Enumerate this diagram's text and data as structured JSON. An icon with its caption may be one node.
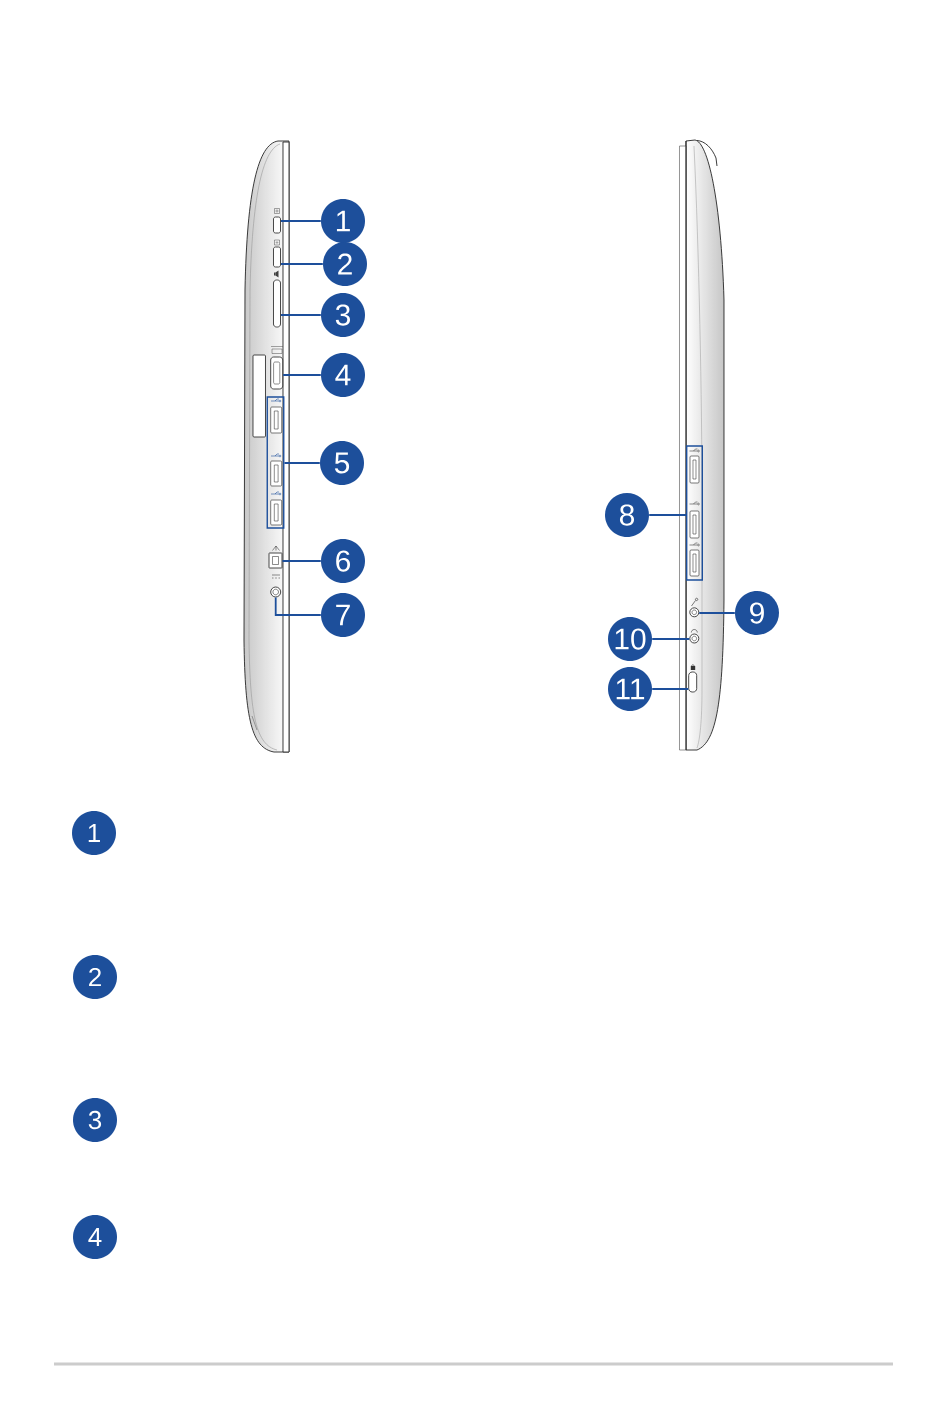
{
  "diagram": {
    "nodes": [
      {
        "text": [
          "1"
        ]
      },
      {
        "text": [
          "2"
        ]
      },
      {
        "text": [
          "3"
        ]
      },
      {
        "text": [
          "4"
        ]
      },
      {
        "text": [
          "5"
        ]
      },
      {
        "text": [
          "6"
        ]
      },
      {
        "text": [
          "7"
        ]
      },
      {
        "text": [
          "8"
        ]
      },
      {
        "text": [
          "9"
        ]
      },
      {
        "text": [
          "10"
        ]
      },
      {
        "text": [
          "11"
        ]
      },
      {
        "text": [],
        "shape": "box"
      },
      {
        "text": [],
        "shape": "box"
      },
      {
        "text": [],
        "shape": "box"
      },
      {
        "text": [],
        "shape": "box"
      },
      {
        "text": [],
        "shape": "box"
      },
      {
        "text": [],
        "shape": "box"
      },
      {
        "text": [],
        "shape": "circle"
      },
      {
        "text": [],
        "shape": "box"
      },
      {
        "text": [],
        "shape": "circle"
      },
      {
        "text": [],
        "shape": "circle"
      },
      {
        "text": [],
        "shape": "box"
      },
      {
        "text": [
          "1"
        ]
      },
      {
        "text": [
          "2"
        ]
      },
      {
        "text": [
          "3"
        ]
      },
      {
        "text": [
          "4"
        ]
      }
    ],
    "edges": [
      {
        "from": 0,
        "to": 11,
        "arrow": "none"
      },
      {
        "from": 1,
        "to": 12,
        "arrow": "none"
      },
      {
        "from": 2,
        "to": 13,
        "arrow": "none"
      },
      {
        "from": 3,
        "to": 14,
        "arrow": "none"
      },
      {
        "from": 4,
        "to": 15,
        "arrow": "none"
      },
      {
        "from": 5,
        "to": 16,
        "arrow": "none"
      },
      {
        "from": 6,
        "to": 17,
        "arrow": "none"
      },
      {
        "from": 7,
        "to": 18,
        "arrow": "none"
      },
      {
        "from": 8,
        "to": 19,
        "arrow": "none"
      },
      {
        "from": 9,
        "to": 20,
        "arrow": "none"
      },
      {
        "from": 10,
        "to": 21,
        "arrow": "none"
      }
    ]
  }
}
